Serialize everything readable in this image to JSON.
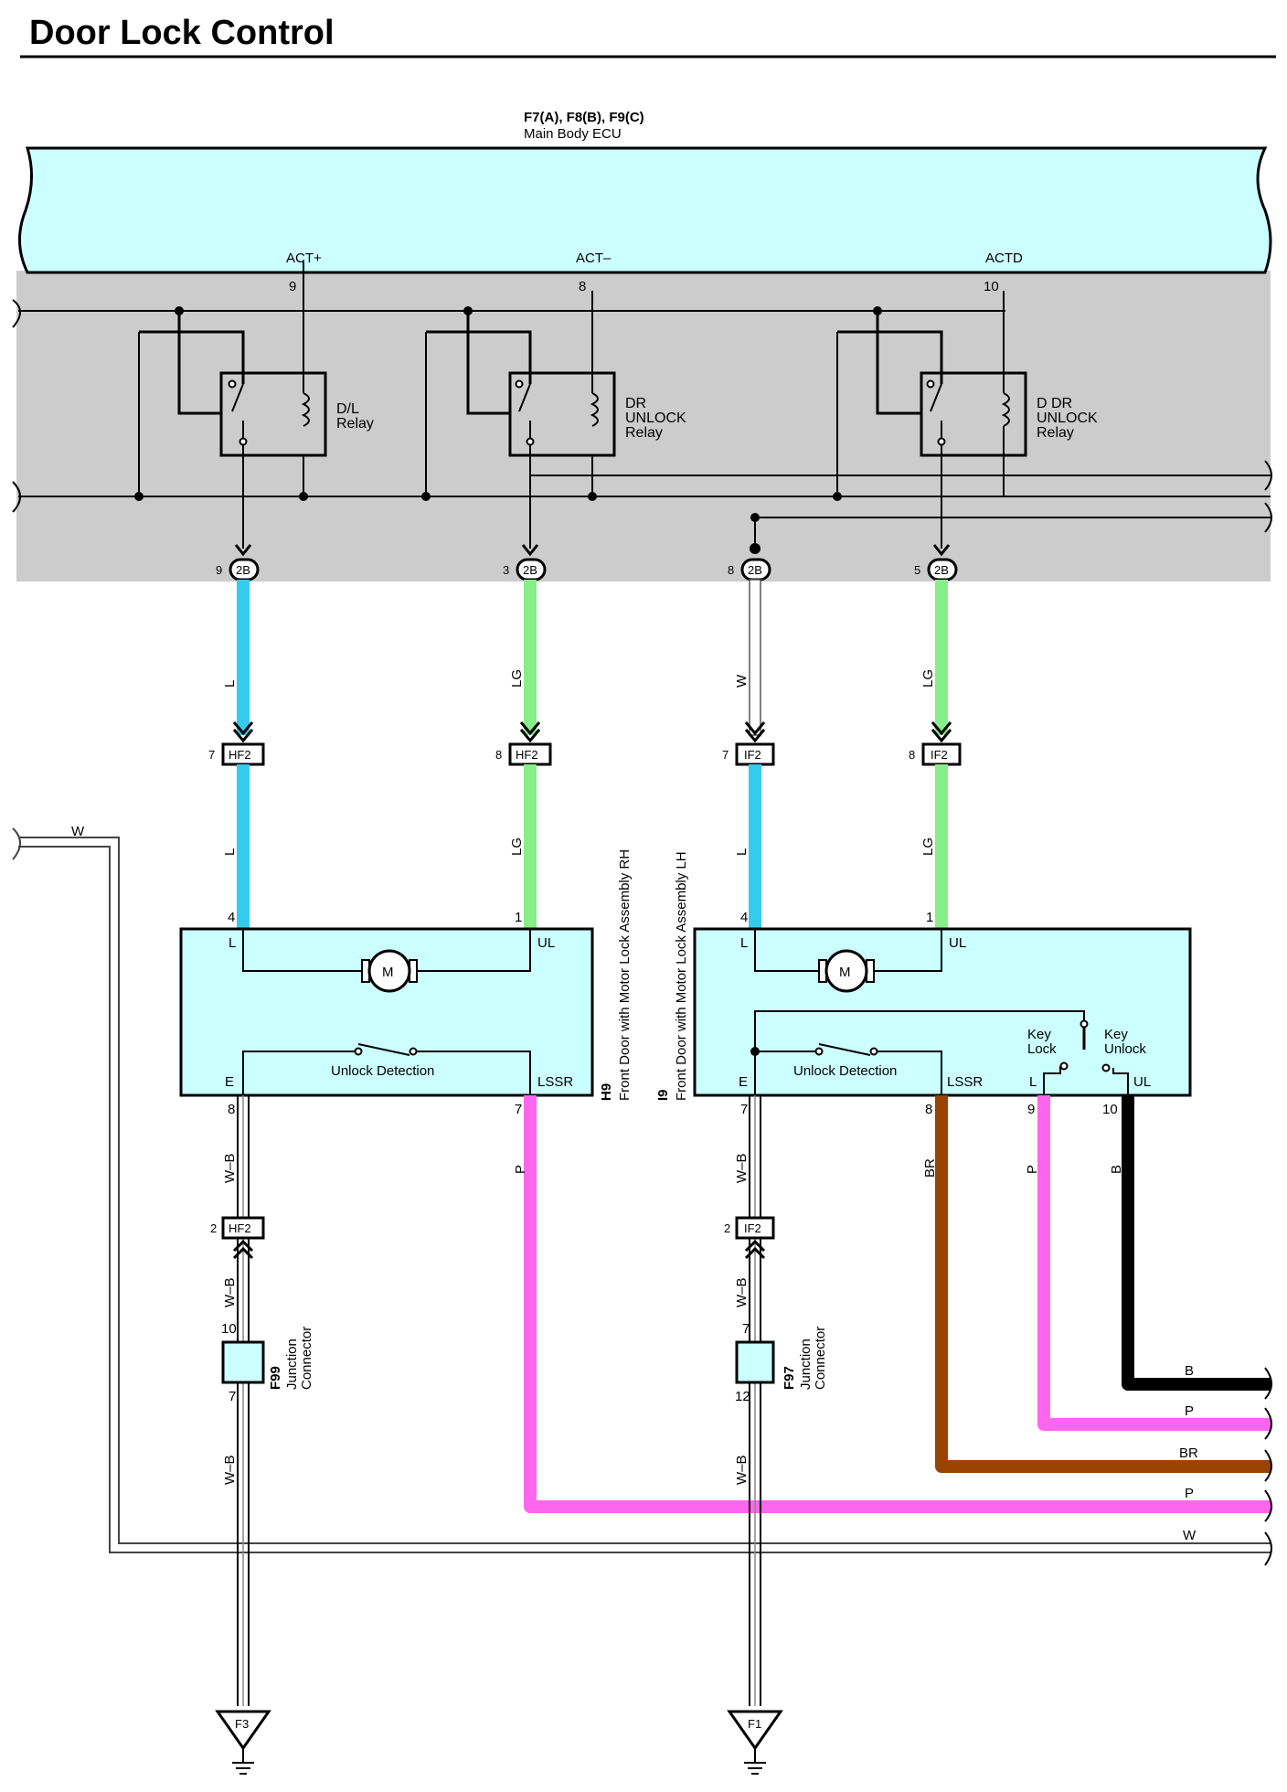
{
  "page": {
    "title": "Door Lock Control"
  },
  "ecu": {
    "connector_codes": "F7(A), F8(B), F9(C)",
    "name": "Main Body ECU",
    "terminals": [
      {
        "name": "ACT+",
        "pin": "9"
      },
      {
        "name": "ACT–",
        "pin": "8"
      },
      {
        "name": "ACTD",
        "pin": "10"
      }
    ],
    "relays": [
      {
        "lines": [
          "D/L",
          "Relay"
        ]
      },
      {
        "lines": [
          "DR",
          "UNLOCK",
          "Relay"
        ]
      },
      {
        "lines": [
          "D DR",
          "UNLOCK",
          "Relay"
        ]
      }
    ]
  },
  "connectors_2b": [
    {
      "pin": "9",
      "code": "2B"
    },
    {
      "pin": "3",
      "code": "2B"
    },
    {
      "pin": "8",
      "code": "2B"
    },
    {
      "pin": "5",
      "code": "2B"
    }
  ],
  "connectors_mid": [
    {
      "pin": "7",
      "code": "HF2"
    },
    {
      "pin": "8",
      "code": "HF2"
    },
    {
      "pin": "7",
      "code": "IF2"
    },
    {
      "pin": "8",
      "code": "IF2"
    }
  ],
  "wire_colors": {
    "upper": [
      "L",
      "LG",
      "W",
      "LG"
    ],
    "lower": [
      "L",
      "LG",
      "L",
      "LG"
    ],
    "left_w": "W"
  },
  "actuator_rh": {
    "code": "H9",
    "name": "Front Door with Motor Lock Assembly RH",
    "pins": {
      "l": "4",
      "ul": "1",
      "e": "8",
      "lssr": "7"
    },
    "terms": {
      "l": "L",
      "ul": "UL",
      "e": "E",
      "lssr": "LSSR"
    },
    "motor": "M",
    "switch": "Unlock Detection"
  },
  "actuator_lh": {
    "code": "I9",
    "name": "Front Door with Motor Lock Assembly LH",
    "pins": {
      "l": "4",
      "ul": "1",
      "e": "7",
      "lssr": "8",
      "key_l": "9",
      "key_ul": "10"
    },
    "terms": {
      "l": "L",
      "ul": "UL",
      "e": "E",
      "lssr": "LSSR",
      "key_l": "L",
      "key_ul": "UL"
    },
    "motor": "M",
    "switch": "Unlock Detection",
    "key_lock": [
      "Key",
      "Lock"
    ],
    "key_unlock": [
      "Key",
      "Unlock"
    ]
  },
  "output_wires": {
    "rh_lssr": "P",
    "lh_lssr": "BR",
    "lh_keylock": "P",
    "lh_keyunlock": "B",
    "ground_rh": [
      "W–B",
      "W–B",
      "W–B"
    ],
    "ground_lh": [
      "W–B",
      "W–B",
      "W–B"
    ]
  },
  "lower_connectors": [
    {
      "pin": "2",
      "code": "HF2"
    },
    {
      "pin": "2",
      "code": "IF2"
    }
  ],
  "junctions": [
    {
      "code": "F99",
      "lines": [
        "Junction",
        "Connector"
      ],
      "pin_in": "10",
      "pin_out": "7"
    },
    {
      "code": "F97",
      "lines": [
        "Junction",
        "Connector"
      ],
      "pin_in": "7",
      "pin_out": "12"
    }
  ],
  "right_bus": [
    "B",
    "P",
    "BR",
    "P",
    "W"
  ],
  "grounds": [
    "F3",
    "F1"
  ],
  "colors": {
    "ecu_fill": "#ccffff",
    "gray_box": "#cccccc",
    "wire_L": "#33ccee",
    "wire_LG": "#88ee88",
    "wire_P": "#ff66ee",
    "wire_BR": "#994400",
    "wire_B": "#000000",
    "actuator_fill": "#ccffff"
  }
}
